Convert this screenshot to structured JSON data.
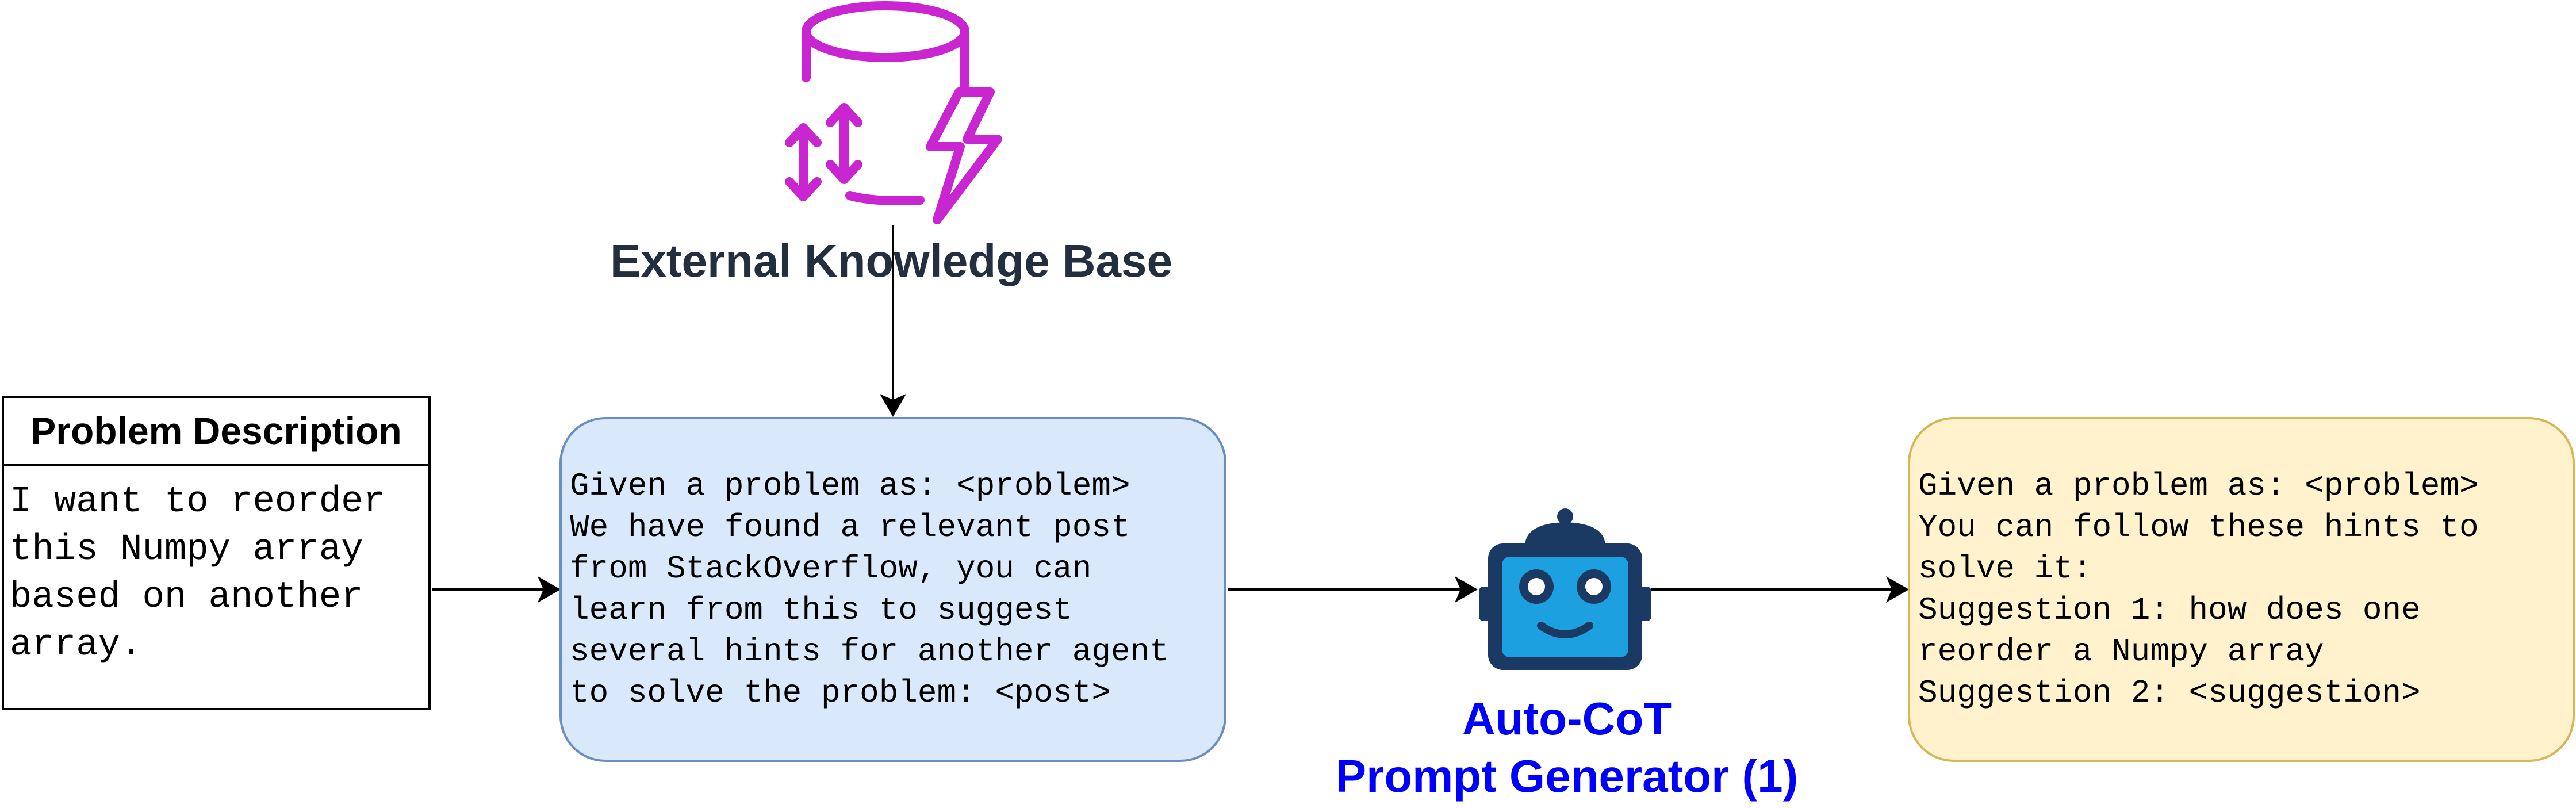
{
  "knowledge_base": {
    "label": "External Knowledge Base",
    "icon": "database-lightning-icon",
    "color": "#c925d1"
  },
  "problem": {
    "title": "Problem Description",
    "body": "I want to reorder\nthis Numpy array\nbased on another\narray."
  },
  "prompt_in": {
    "text": "Given a problem as: <problem>\nWe have found a relevant post\nfrom StackOverflow, you can\nlearn from this to suggest\nseveral hints for another agent\nto solve the problem: <post>",
    "fill": "#dae8fc",
    "stroke": "#6c8ebf"
  },
  "generator": {
    "icon": "robot-icon",
    "label_line1": "Auto-CoT",
    "label_line2": "Prompt Generator (1)",
    "label_color": "#0000ff"
  },
  "prompt_out": {
    "text": "Given a problem as: <problem>\nYou can follow these hints to\nsolve it:\nSuggestion 1: how does one\nreorder a Numpy array\nSuggestion 2: <suggestion>",
    "fill": "#fff2cc",
    "stroke": "#d6b656"
  }
}
